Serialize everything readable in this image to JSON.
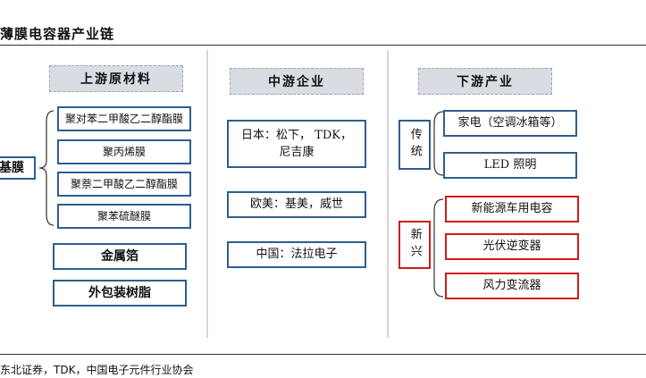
{
  "title": "薄膜电容器产业链",
  "columns": {
    "upstream": {
      "header": "上游原材料",
      "base_label": "基膜",
      "films": [
        "聚对苯二甲酸乙二醇酯膜",
        "聚丙烯膜",
        "聚萘二甲酸乙二醇酯膜",
        "聚苯硫醚膜"
      ],
      "metal_foil": "金属箔",
      "resin": "外包装树脂"
    },
    "midstream": {
      "header": "中游企业",
      "japan": "日本：松下，  TDK，\n尼吉康",
      "europe_us": "欧美：基美，威世",
      "china": "中国：法拉电子"
    },
    "downstream": {
      "header": "下游产业",
      "traditional": {
        "label": "传统",
        "items": [
          "家电（空调冰箱等）",
          "LED 照明"
        ]
      },
      "emerging": {
        "label": "新兴",
        "items": [
          "新能源车用电容",
          "光伏逆变器",
          "风力变流器"
        ]
      }
    }
  },
  "source": "东北证券，TDK，中国电子元件行业协会",
  "colors": {
    "box_border_blue": "#2e5e8e",
    "box_border_red": "#d11b1b",
    "header_bg": "#d9dde3"
  }
}
